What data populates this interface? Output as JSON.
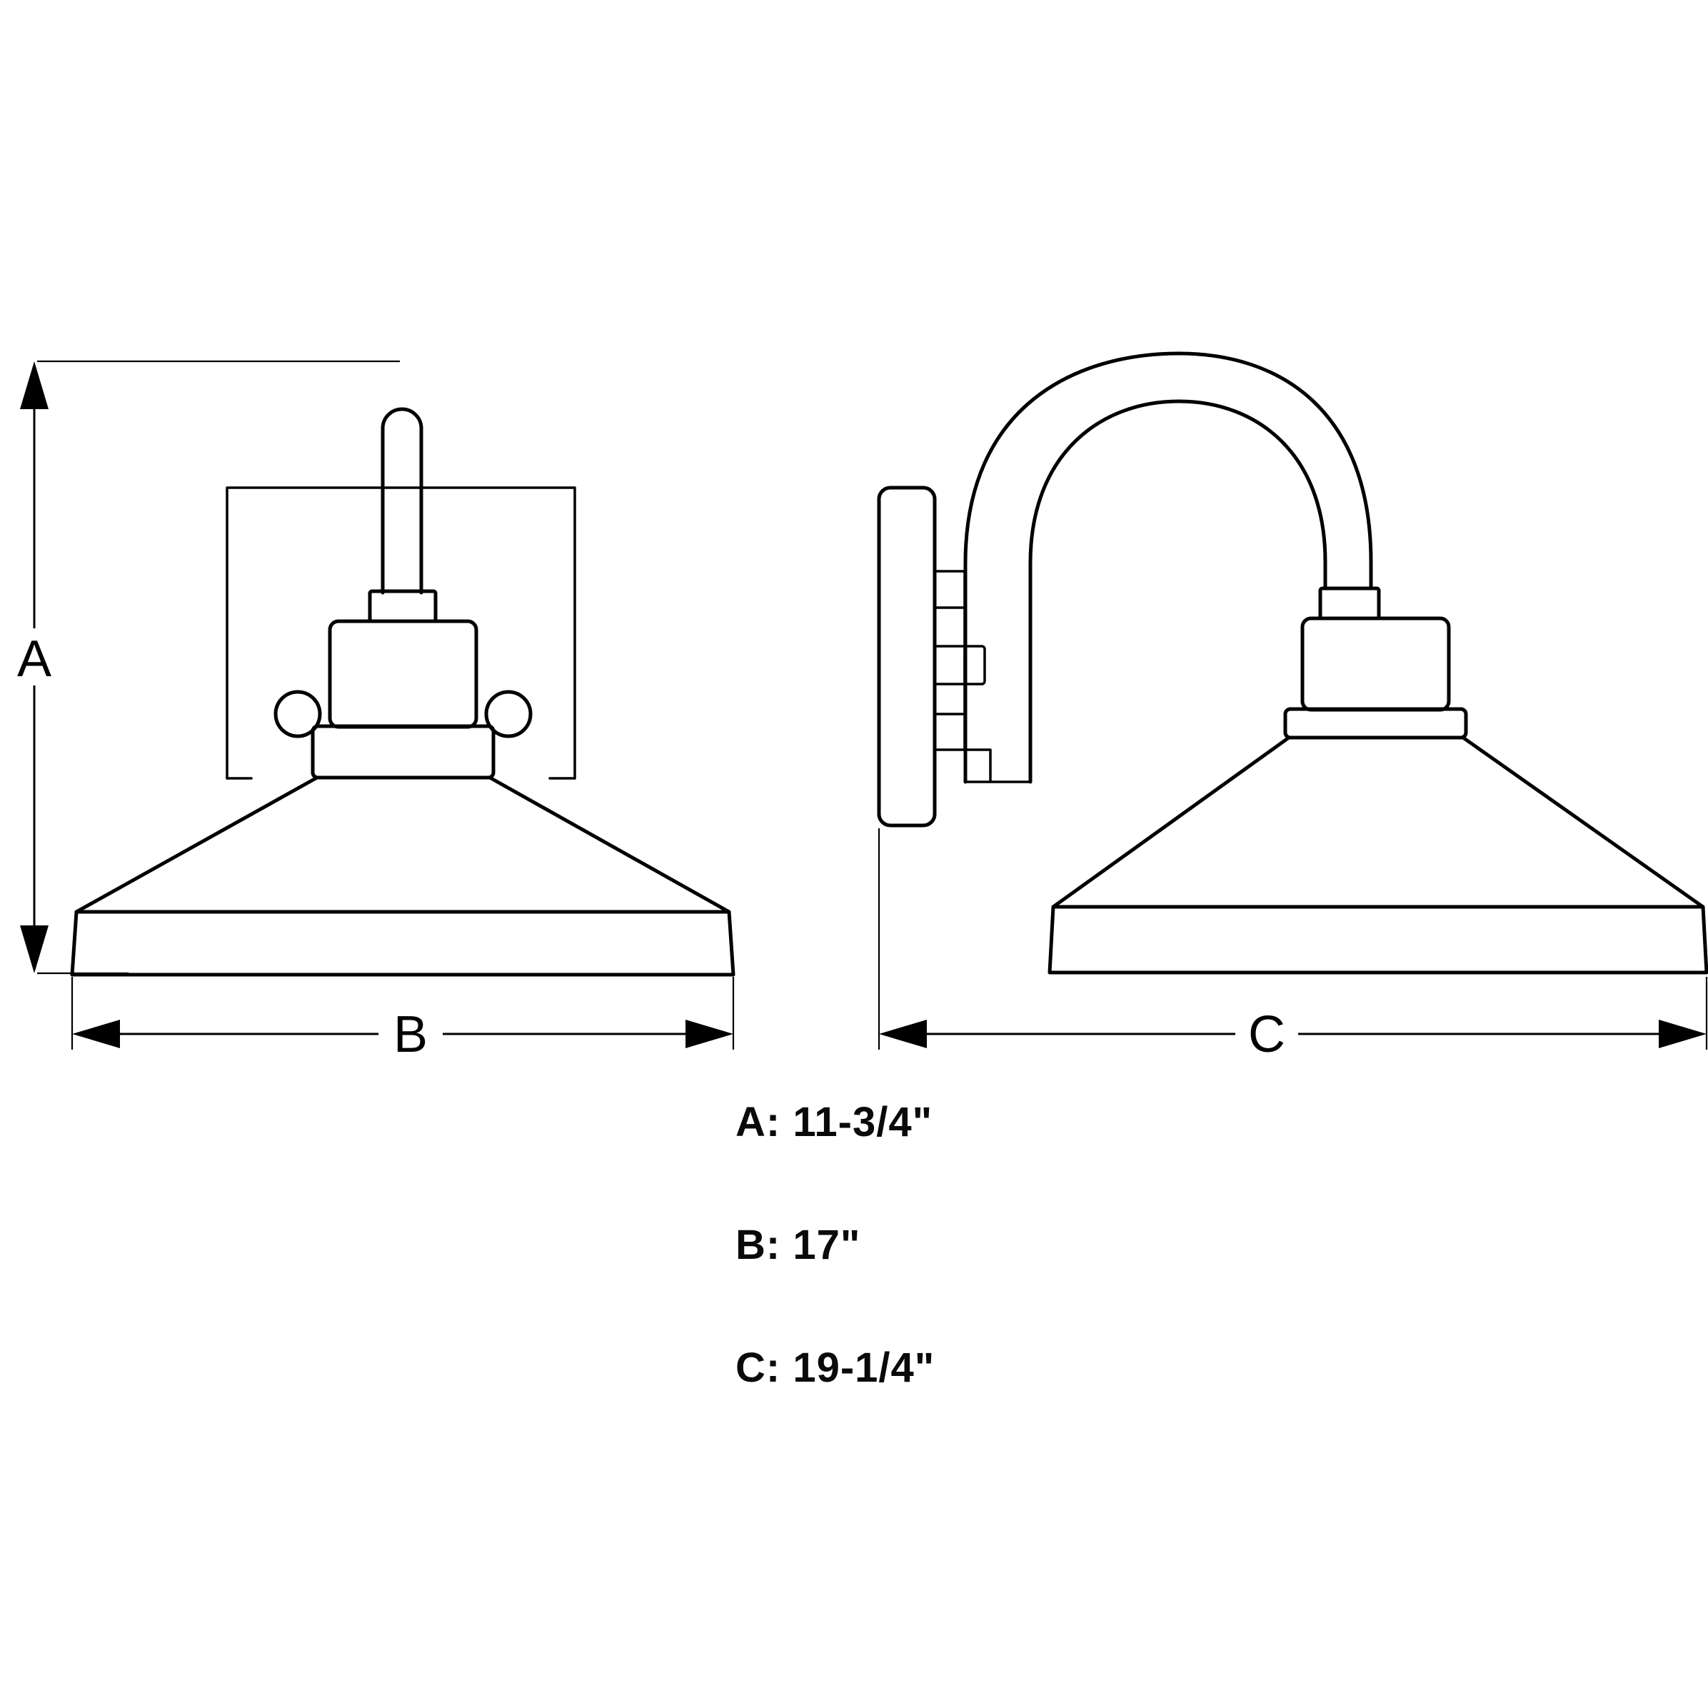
{
  "drawing": {
    "title": "Wall sconce dimensional drawing",
    "views": [
      {
        "name": "front-elevation",
        "label": ""
      },
      {
        "name": "side-elevation",
        "label": ""
      }
    ],
    "dimension_markers": {
      "a": "A",
      "b": "B",
      "c": "C"
    },
    "specs": [
      {
        "key": "A",
        "text": "A: 11-3/4\""
      },
      {
        "key": "B",
        "text": "B: 17\""
      },
      {
        "key": "C",
        "text": "C: 19-1/4\""
      }
    ],
    "colors": {
      "line": "#000000",
      "background": "#ffffff",
      "text": "#0a0a0a"
    }
  }
}
